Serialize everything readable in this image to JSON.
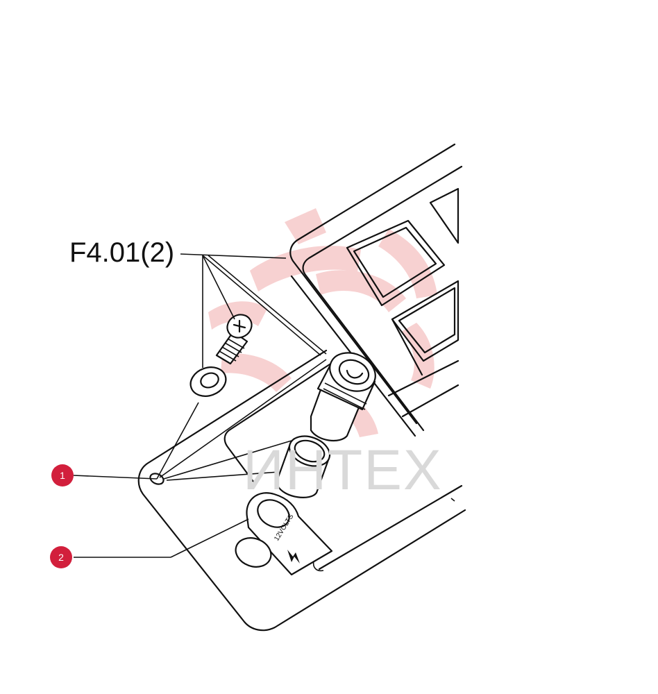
{
  "diagram": {
    "part_reference": "F4.01(2)",
    "callouts": [
      {
        "number": "1"
      },
      {
        "number": "2"
      }
    ],
    "plate_label": "12VOLTS",
    "watermark_text": "ИНТЕХ",
    "colors": {
      "callout": "#d21f3c",
      "line": "#111111",
      "watermark_logo": "#f6c9c9",
      "watermark_text": "#d9d9d9"
    }
  }
}
